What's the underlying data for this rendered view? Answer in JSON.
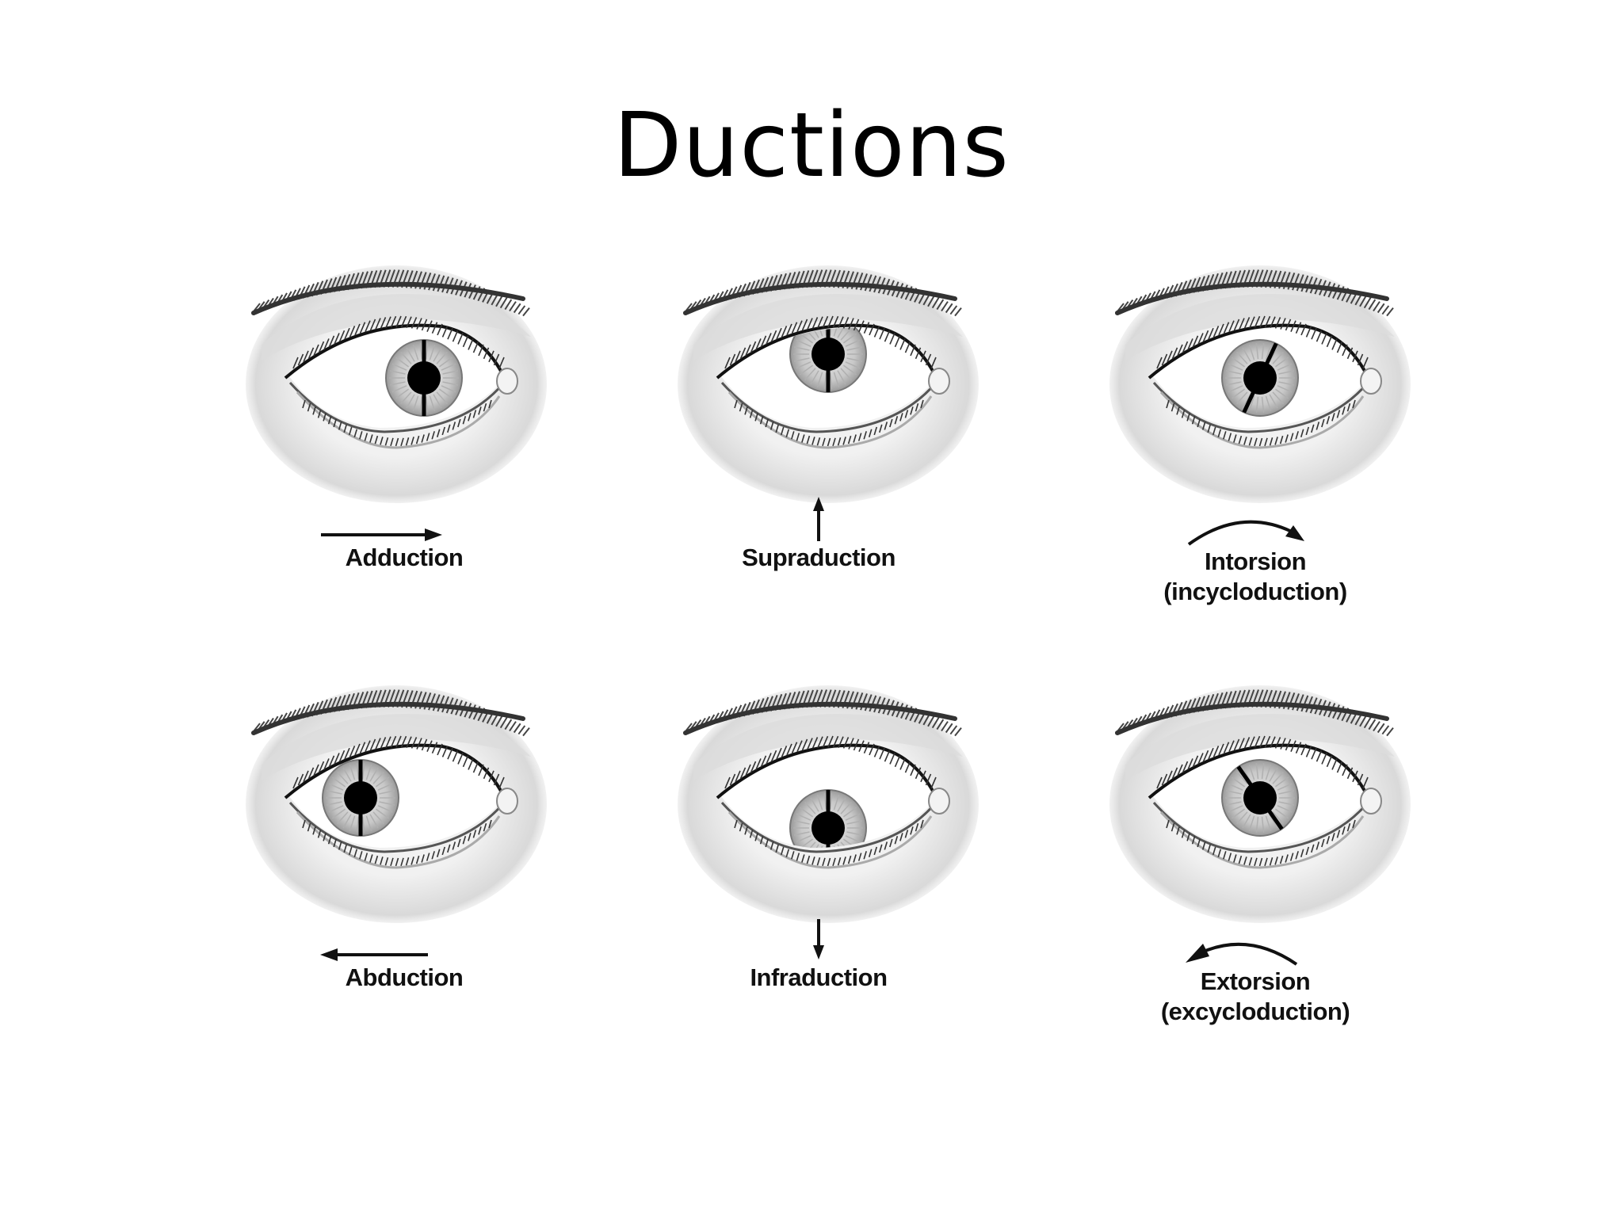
{
  "title": "Ductions",
  "colors": {
    "ink": "#111111",
    "skin_shade": "#d9d9d9",
    "iris": "#c8c8c8",
    "pupil": "#000000"
  },
  "panels": [
    {
      "id": "adduction",
      "label_lines": [
        "Adduction"
      ],
      "direction": "right",
      "arrow": "straight-right",
      "icon": "eye-adduction-icon"
    },
    {
      "id": "supraduction",
      "label_lines": [
        "Supraduction"
      ],
      "direction": "up",
      "arrow": "straight-up",
      "icon": "eye-supraduction-icon"
    },
    {
      "id": "intorsion",
      "label_lines": [
        "Intorsion",
        "(incycloduction)"
      ],
      "direction": "rotate-cw",
      "arrow": "curved-clockwise",
      "icon": "eye-intorsion-icon"
    },
    {
      "id": "abduction",
      "label_lines": [
        "Abduction"
      ],
      "direction": "left",
      "arrow": "straight-left",
      "icon": "eye-abduction-icon"
    },
    {
      "id": "infraduction",
      "label_lines": [
        "Infraduction"
      ],
      "direction": "down",
      "arrow": "straight-down",
      "icon": "eye-infraduction-icon"
    },
    {
      "id": "extorsion",
      "label_lines": [
        "Extorsion",
        "(excycloduction)"
      ],
      "direction": "rotate-ccw",
      "arrow": "curved-counterclockwise",
      "icon": "eye-extorsion-icon"
    }
  ]
}
